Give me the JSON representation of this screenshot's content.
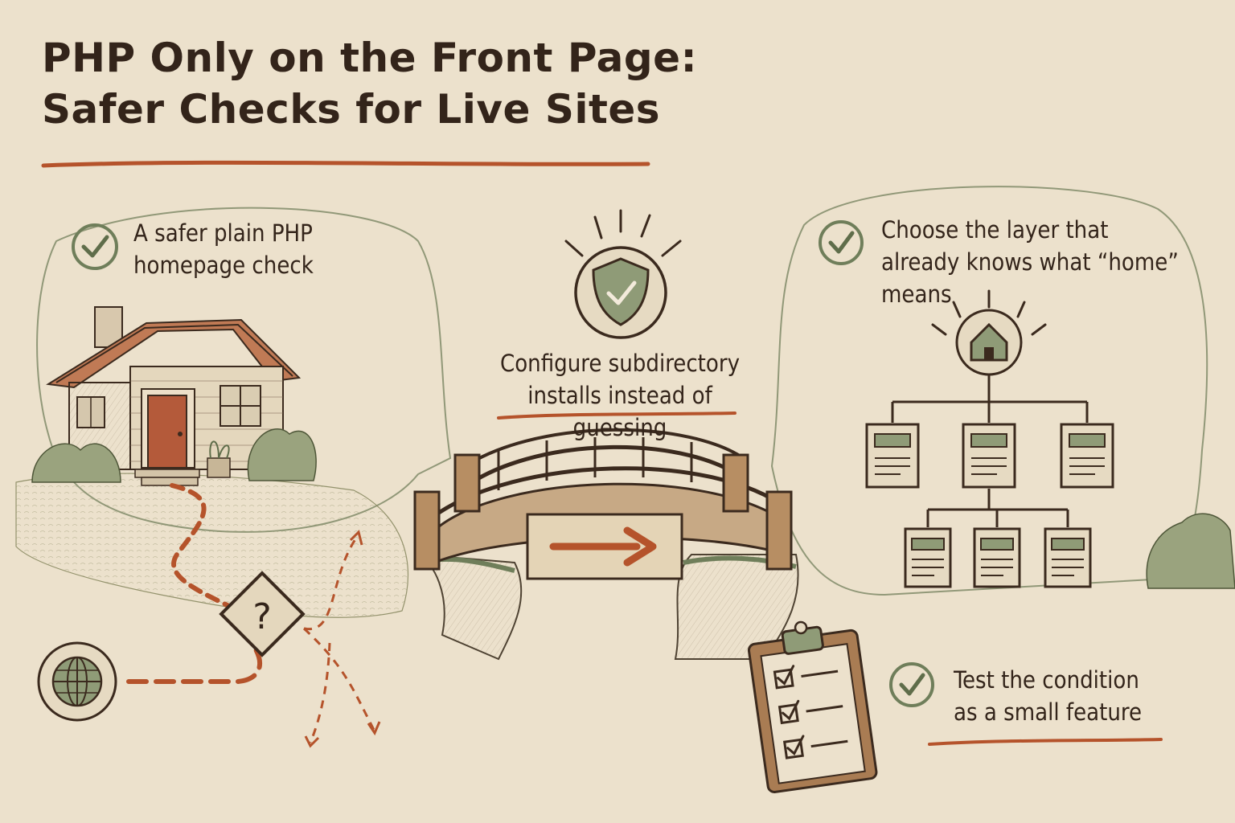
{
  "title": {
    "line1": "PHP Only on the Front Page:",
    "line2": "Safer Checks for Live Sites"
  },
  "steps": [
    {
      "icon": "check-circle-icon",
      "line1": "A safer plain PHP",
      "line2": "homepage check"
    },
    {
      "icon": "shield-check-icon",
      "line1": "Configure subdirectory",
      "line2": "installs instead of guessing"
    },
    {
      "icon": "check-circle-icon",
      "line1": "Choose the layer that",
      "line2": "already knows what “home” means"
    },
    {
      "icon": "check-circle-icon",
      "line1": "Test the condition",
      "line2": "as a small feature"
    }
  ],
  "signpost": {
    "symbol": "?"
  },
  "colors": {
    "paper": "#ece1cc",
    "ink": "#3b2a1e",
    "accent": "#b5532b",
    "sage": "#6f7e5a",
    "sage_fill": "#8f9b77",
    "wood": "#a97c53"
  },
  "icons": [
    "check-circle-icon",
    "shield-check-icon",
    "house-icon",
    "globe-icon",
    "question-sign-icon",
    "arrow-right-icon",
    "site-tree-icon",
    "clipboard-checklist-icon",
    "bridge-illustration",
    "cottage-illustration"
  ]
}
